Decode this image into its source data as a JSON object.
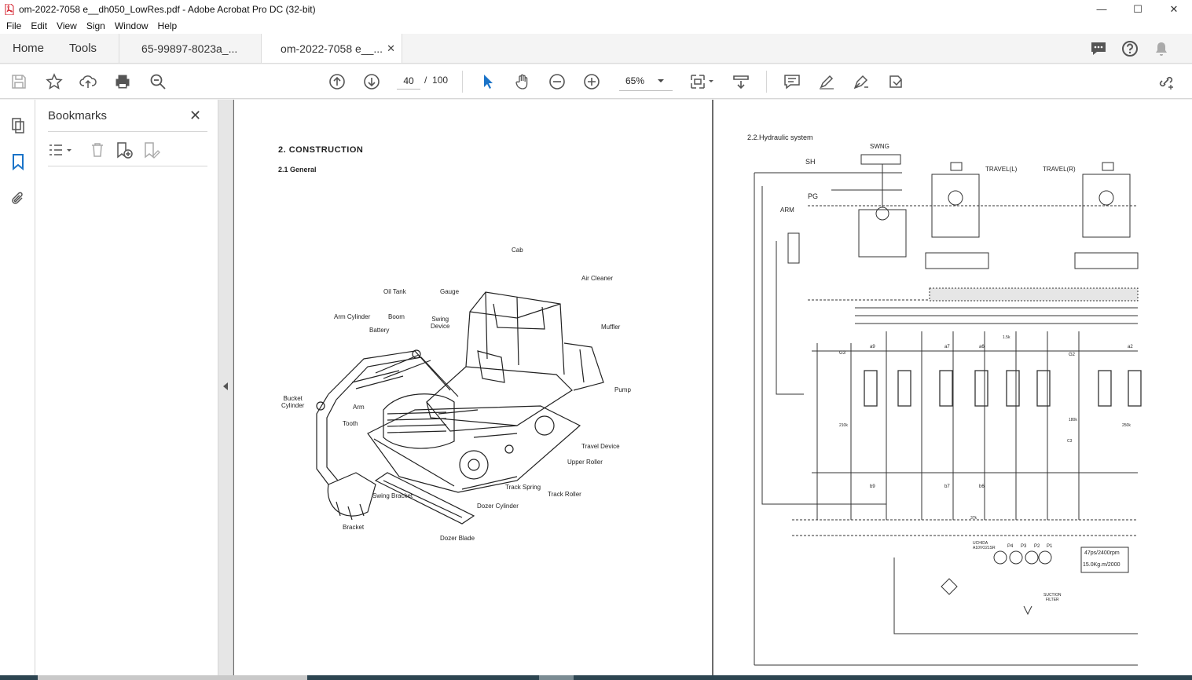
{
  "window": {
    "title": "om-2022-7058 e__dh050_LowRes.pdf - Adobe Acrobat Pro DC (32-bit)",
    "controls": [
      "—",
      "☐",
      "✕"
    ]
  },
  "menu": [
    "File",
    "Edit",
    "View",
    "Sign",
    "Window",
    "Help"
  ],
  "tabs": {
    "home": "Home",
    "tools": "Tools",
    "documents": [
      {
        "label": "65-99897-8023a_..."
      },
      {
        "label": "om-2022-7058 e__...",
        "close": "✕"
      }
    ]
  },
  "toolbar": {
    "page_current": "40",
    "page_separator": "/",
    "page_total": "100",
    "zoom": "65%"
  },
  "bookmarks": {
    "title": "Bookmarks",
    "close": "✕"
  },
  "page1": {
    "heading": "2. CONSTRUCTION",
    "subheading": "2.1 General",
    "labels": {
      "cab": "Cab",
      "air_cleaner": "Air Cleaner",
      "oil_tank": "Oil Tank",
      "gauge": "Gauge",
      "arm_cylinder": "Arm Cylinder",
      "boom": "Boom",
      "swing_device": "Swing\nDevice",
      "battery": "Battery",
      "muffler": "Muffler",
      "bucket_cylinder": "Bucket\nCylinder",
      "arm": "Arm",
      "pump": "Pump",
      "tooth": "Tooth",
      "travel_device": "Travel Device",
      "upper_roller": "Upper Roller",
      "track_spring": "Track Spring",
      "track_roller": "Track Roller",
      "swing_bracket": "Swing Bracket",
      "dozer_cylinder": "Dozer Cylinder",
      "bracket": "Bracket",
      "dozer_blade": "Dozer Blade"
    }
  },
  "page2": {
    "heading": "2.2.Hydraulic system",
    "labels": {
      "swing": "SWNG",
      "sh": "SH",
      "pg": "PG",
      "arm": "ARM",
      "travel_l": "TRAVEL(L)",
      "travel_r": "TRAVEL(R)",
      "g3": "G3",
      "g2": "G2",
      "a9": "a9",
      "a7": "a7",
      "a6": "a6",
      "a2": "a2",
      "b9": "b9",
      "b7": "b7",
      "b6": "b6",
      "p4": "P4",
      "p3": "P3",
      "p2": "P2",
      "p1": "P1",
      "spec1": "47ps/2400rpm",
      "spec2": "15.0Kg.m/2000",
      "suction_filter": "SUCTION\nFILTER",
      "r210k": "210k",
      "r180k": "180k",
      "r250k": "250k",
      "r15k": "1.5k",
      "r37k": "37k",
      "model": "UCHIDA\nA10VO21SR",
      "c3": "C3"
    }
  }
}
